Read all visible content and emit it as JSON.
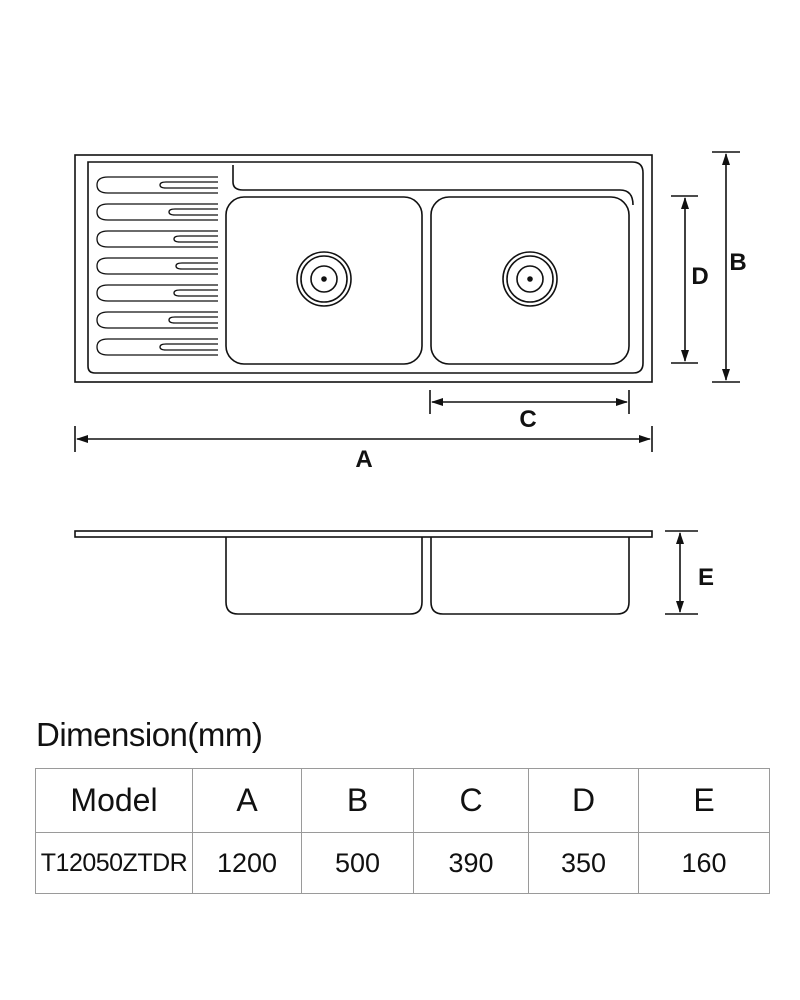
{
  "drawing": {
    "labels": {
      "a": "A",
      "b": "B",
      "c": "C",
      "d": "D",
      "e": "E"
    }
  },
  "dimension_table": {
    "title": "Dimension(mm)",
    "headers": [
      "Model",
      "A",
      "B",
      "C",
      "D",
      "E"
    ],
    "row": [
      "T12050ZTDR",
      "1200",
      "500",
      "390",
      "350",
      "160"
    ]
  }
}
